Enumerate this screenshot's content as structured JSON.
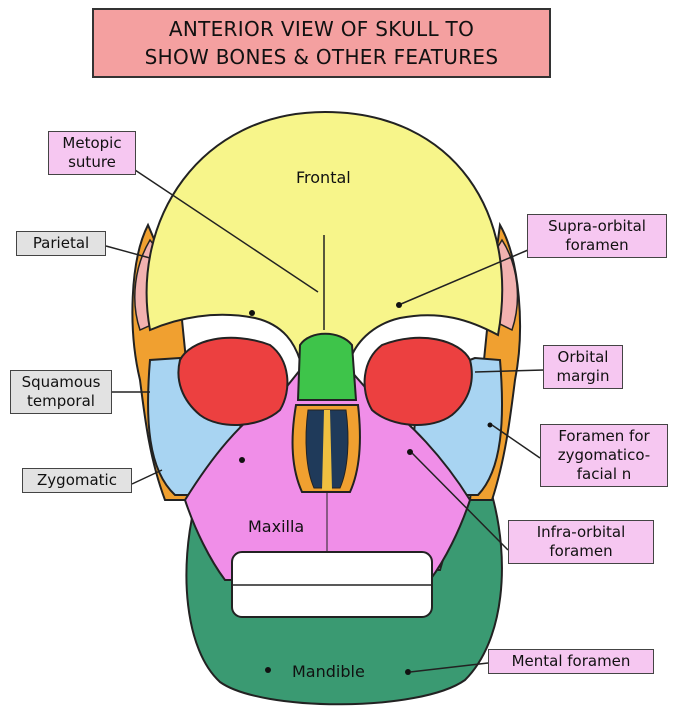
{
  "title": {
    "line1": "ANTERIOR VIEW OF SKULL TO",
    "line2": "SHOW BONES & OTHER FEATURES"
  },
  "labels": {
    "metopic_1": "Metopic",
    "metopic_2": "suture",
    "parietal": "Parietal",
    "squamous_1": "Squamous",
    "squamous_2": "temporal",
    "zygomatic": "Zygomatic",
    "supra_1": "Supra-orbital",
    "supra_2": "foramen",
    "orbital_1": "Orbital",
    "orbital_2": "margin",
    "fz_1": "Foramen for",
    "fz_2": "zygomatico-",
    "fz_3": "facial n",
    "infra_1": "Infra-orbital",
    "infra_2": "foramen",
    "mental": "Mental foramen",
    "frontal": "Frontal",
    "maxilla": "Maxilla",
    "mandible": "Mandible"
  },
  "colors": {
    "frontal": "#f7f58a",
    "parietal": "#f2b2b0",
    "squamous_temporal": "#f0a030",
    "sphenoid_red": "#ec4040",
    "zygomatic": "#a8d4f2",
    "maxilla": "#f08ee8",
    "nasal": "#3ec44a",
    "mandible": "#3a9a72",
    "label_pink": "#f6c7f1",
    "label_grey": "#e2e2e2"
  }
}
